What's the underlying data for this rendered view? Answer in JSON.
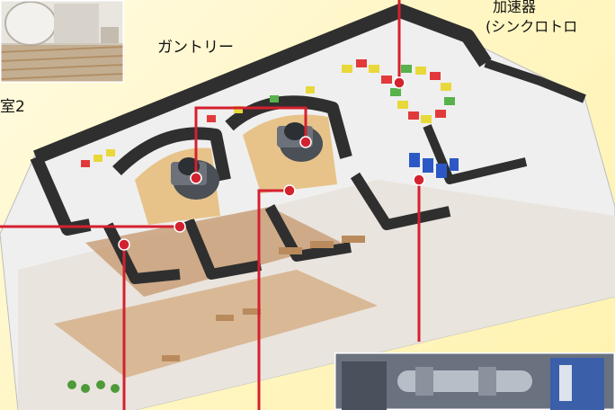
{
  "labels": {
    "gantry": "ガントリー",
    "accelerator_line1": "加速器",
    "accelerator_line2": "(シンクロトロ",
    "room": "室2"
  },
  "colors": {
    "callout": "#d4212f",
    "wall": "#2f2f2f",
    "floor": "#c9a07a",
    "magnet_yellow": "#e8d83a",
    "magnet_red": "#e23a3a",
    "magnet_green": "#57b24c",
    "magnet_blue": "#2b58c4",
    "background": "#fff6c4"
  }
}
